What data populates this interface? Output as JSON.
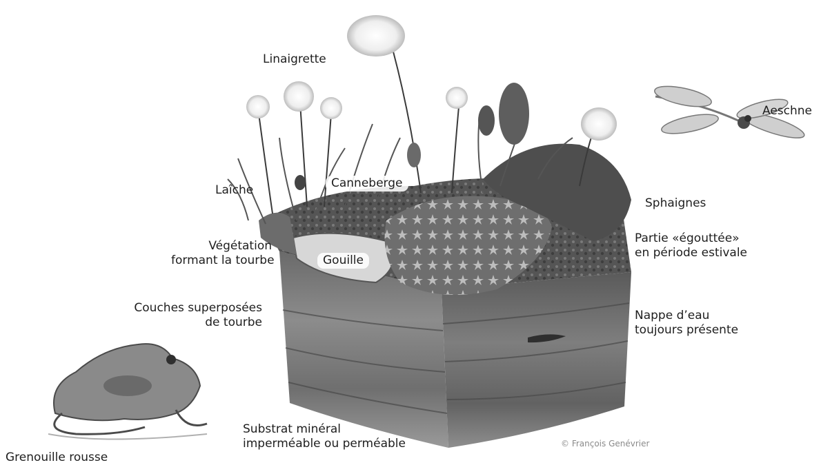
{
  "labels": {
    "linaigrette": "Linaigrette",
    "aeschne": "Aeschne",
    "laiche": "Laîche",
    "canneberge": "Canneberge",
    "sphaignes": "Sphaignes",
    "vegetation_l1": "Végétation",
    "vegetation_l2": "formant la tourbe",
    "gouille": "Gouille",
    "partie_l1": "Partie «égouttée»",
    "partie_l2": "en période estivale",
    "couches_l1": "Couches superposées",
    "couches_l2": "de tourbe",
    "nappe_l1": "Nappe d’eau",
    "nappe_l2": "toujours présente",
    "substrat_l1": "Substrat minéral",
    "substrat_l2": "imperméable ou perméable",
    "grenouille": "Grenouille rousse"
  },
  "credit": "© François Genévrier",
  "colors": {
    "peat_dark": "#4a4a4a",
    "peat_mid": "#7a7a7a",
    "moss": "#5c5c5c",
    "sphagnum": "#9a9a9a",
    "water": "#d4d4d4"
  }
}
